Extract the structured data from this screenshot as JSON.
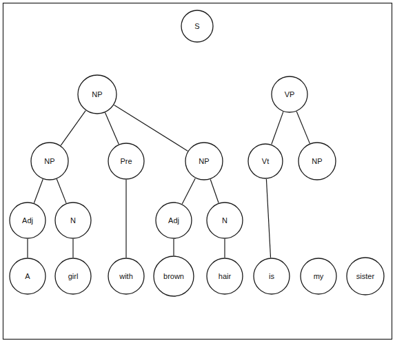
{
  "diagram": {
    "nodes": [
      {
        "text": [
          "S"
        ]
      },
      {
        "text": [
          "NP"
        ]
      },
      {
        "text": [
          "VP"
        ]
      },
      {
        "text": [
          "NP"
        ]
      },
      {
        "text": [
          "Pre"
        ]
      },
      {
        "text": [
          "NP"
        ]
      },
      {
        "text": [
          "Vt"
        ]
      },
      {
        "text": [
          "NP"
        ]
      },
      {
        "text": [
          "Adj"
        ]
      },
      {
        "text": [
          "N"
        ]
      },
      {
        "text": [
          "Adj"
        ]
      },
      {
        "text": [
          "N"
        ]
      },
      {
        "text": [
          "A"
        ]
      },
      {
        "text": [
          "girl"
        ]
      },
      {
        "text": [
          "with"
        ]
      },
      {
        "text": [
          "brown"
        ]
      },
      {
        "text": [
          "hair"
        ]
      },
      {
        "text": [
          "is"
        ]
      },
      {
        "text": [
          "my"
        ]
      },
      {
        "text": [
          "sister"
        ]
      }
    ],
    "edges": [
      {
        "from": 1,
        "to": 3,
        "arrow": "none"
      },
      {
        "from": 1,
        "to": 4,
        "arrow": "none"
      },
      {
        "from": 1,
        "to": 5,
        "arrow": "none"
      },
      {
        "from": 2,
        "to": 6,
        "arrow": "none"
      },
      {
        "from": 2,
        "to": 7,
        "arrow": "none"
      },
      {
        "from": 3,
        "to": 8,
        "arrow": "none"
      },
      {
        "from": 3,
        "to": 9,
        "arrow": "none"
      },
      {
        "from": 5,
        "to": 10,
        "arrow": "none"
      },
      {
        "from": 5,
        "to": 11,
        "arrow": "none"
      },
      {
        "from": 8,
        "to": 12,
        "arrow": "none"
      },
      {
        "from": 9,
        "to": 13,
        "arrow": "none"
      },
      {
        "from": 4,
        "to": 14,
        "arrow": "none"
      },
      {
        "from": 10,
        "to": 15,
        "arrow": "none"
      },
      {
        "from": 11,
        "to": 16,
        "arrow": "none"
      },
      {
        "from": 6,
        "to": 17,
        "arrow": "none"
      }
    ]
  }
}
